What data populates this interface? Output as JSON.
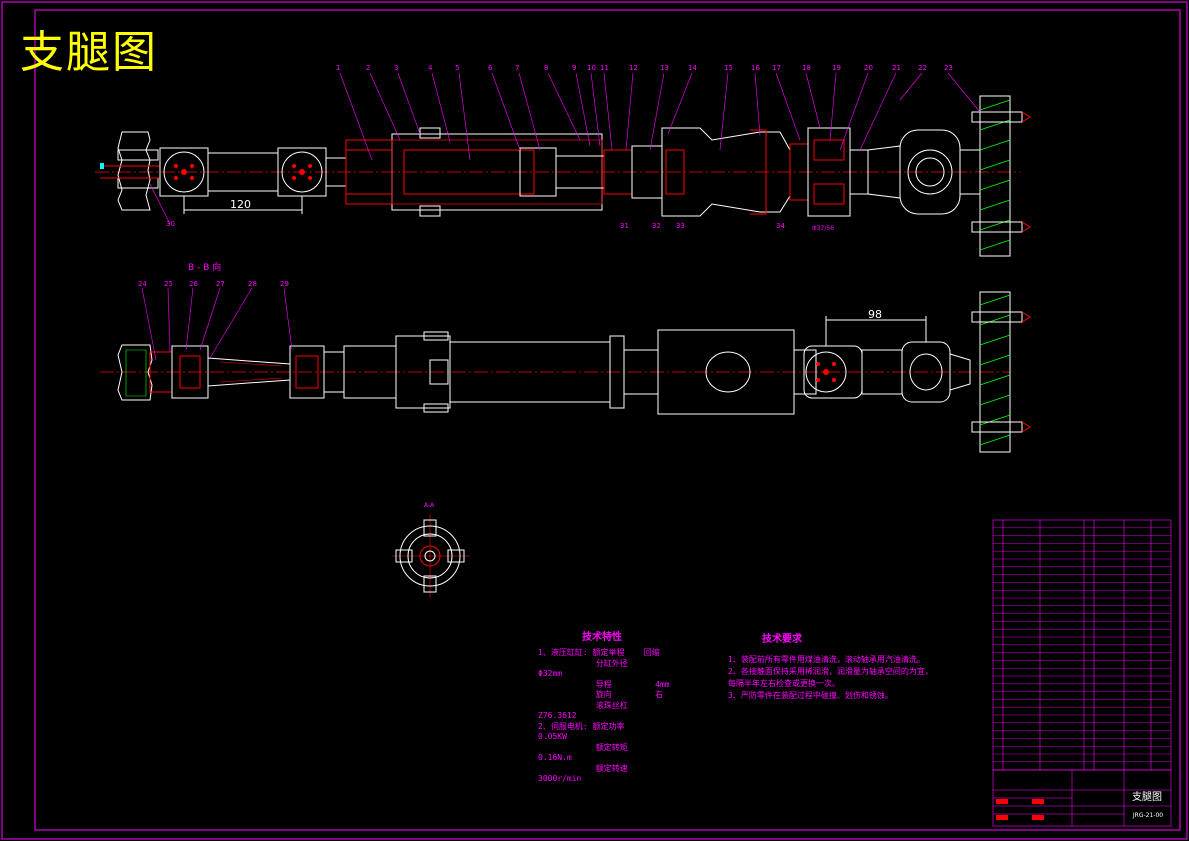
{
  "drawing": {
    "title": "支腿图",
    "title_block_name": "支腿图",
    "title_block_code": "JRG-21-00",
    "view_label": "B - B 向",
    "section_label": "A-A",
    "dim_top": "120",
    "dim_bottom": "98",
    "dim_small": "Φ37/56",
    "balloons_top": [
      "1",
      "2",
      "3",
      "4",
      "5",
      "6",
      "7",
      "8",
      "9",
      "10",
      "11",
      "12",
      "13",
      "14",
      "15",
      "16",
      "17",
      "18",
      "19",
      "20",
      "21",
      "22",
      "23"
    ],
    "balloons_bottom_left": [
      "30"
    ],
    "balloons_under": [
      "31",
      "32",
      "33",
      "34"
    ],
    "balloons_view": [
      "24",
      "25",
      "26",
      "27",
      "28",
      "29"
    ]
  },
  "notes": {
    "tech_char_title": "技术特性",
    "tech_char_lines": [
      "1、液压缸缸: 额定举程    回缩",
      "            分缸外径",
      "Φ32mm",
      "            导程         4mm",
      "            旋向         右",
      "            滚珠丝杠",
      "Z76.3612",
      "2、伺服电机: 额定功率",
      "0.05KW",
      "            额定转矩",
      "0.16N.m",
      "            额定转速",
      "3000r/min"
    ],
    "tech_req_title": "技术要求",
    "tech_req_lines": [
      "1、装配前所有零件用煤油清洗，滚动轴承用汽油清洗。",
      "2、各接触面保持采用稀润滑，润滑量为轴承空间的为宜，",
      "每隔半年左右检查或更换一次。",
      "3、严防零件在装配过程中碰撞、划伤和锈蚀。"
    ]
  },
  "colors": {
    "frame": "#ff00ff",
    "line": "#ffffff",
    "hatch": "#ff0000",
    "center": "#ff0000",
    "ground": "#00ff00",
    "title": "#ffff00",
    "cyan": "#00ffff"
  }
}
